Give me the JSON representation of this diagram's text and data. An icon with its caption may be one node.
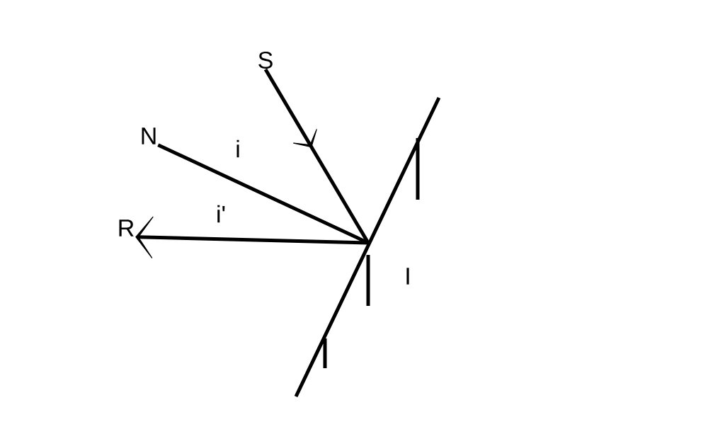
{
  "diagram": {
    "nodes": [
      {
        "text": [
          "S"
        ]
      },
      {
        "text": [
          "N"
        ]
      },
      {
        "text": [
          "R"
        ]
      },
      {
        "text": [],
        "shape": "point",
        "beside": [
          "I"
        ]
      }
    ],
    "edges": [
      {
        "from": 0,
        "to": 3,
        "arrow": "to"
      },
      {
        "from": 1,
        "to": 3,
        "arrow": "none"
      },
      {
        "from": 3,
        "to": 2,
        "arrow": "to"
      }
    ],
    "labels": [
      "i",
      "i'"
    ]
  }
}
